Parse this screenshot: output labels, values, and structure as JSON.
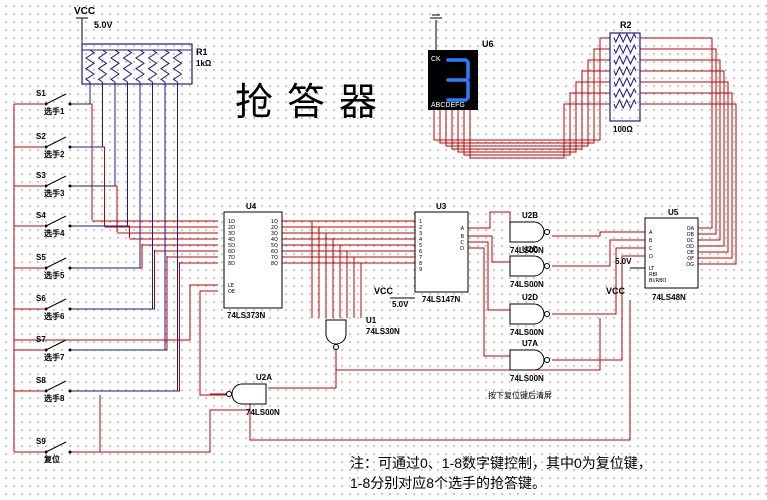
{
  "title": "抢答器",
  "vcc": {
    "label": "VCC",
    "voltage": "5.0V"
  },
  "r1": {
    "ref": "R1",
    "value": "1kΩ"
  },
  "r2": {
    "ref": "R2",
    "value": "100Ω"
  },
  "display": {
    "ref": "U6",
    "ck": "CK",
    "pins": "ABCDEFG",
    "digit": "3"
  },
  "switches": [
    {
      "ref": "S1",
      "label": "选手1"
    },
    {
      "ref": "S2",
      "label": "选手2"
    },
    {
      "ref": "S3",
      "label": "选手3"
    },
    {
      "ref": "S4",
      "label": "选手4"
    },
    {
      "ref": "S5",
      "label": "选手5"
    },
    {
      "ref": "S6",
      "label": "选手6"
    },
    {
      "ref": "S7",
      "label": "选手7"
    },
    {
      "ref": "S8",
      "label": "选手8"
    },
    {
      "ref": "S9",
      "label": "复位"
    }
  ],
  "u4": {
    "ref": "U4",
    "part": "74LS373N"
  },
  "u3": {
    "ref": "U3",
    "part": "74LS147N"
  },
  "u1": {
    "ref": "U1",
    "part": "74LS30N"
  },
  "u5": {
    "ref": "U5",
    "part": "74LS48N"
  },
  "nands": [
    {
      "ref": "U2B",
      "part": "74LS00N"
    },
    {
      "ref": "U2C",
      "part": "74LS00N"
    },
    {
      "ref": "U2D",
      "part": "74LS00N"
    },
    {
      "ref": "U7A",
      "part": "74LS00N"
    },
    {
      "ref": "U2A",
      "part": "74LS00N"
    }
  ],
  "vcc_u3": {
    "label": "VCC",
    "voltage": "5.0V"
  },
  "vcc_u5": {
    "label": "VCC",
    "voltage": "5.0V"
  },
  "reset_note": "按下复位键后清屏",
  "note_line1": "注：可通过0、1-8数字键控制，其中0为复位键，",
  "note_line2": "1-8分别对应8个选手的抢答键。",
  "colors": {
    "wire_red": "#c00000",
    "wire_blue": "#1a1a8c",
    "display_bg": "#000000",
    "segment": "#2a7fff"
  }
}
